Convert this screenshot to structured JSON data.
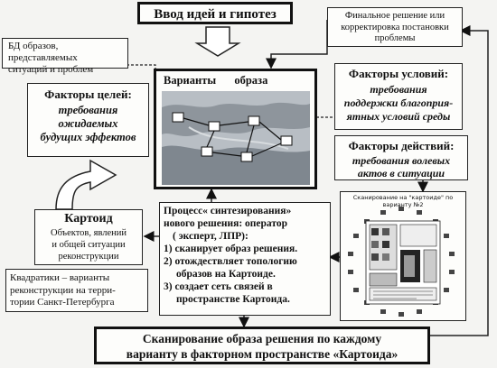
{
  "ideas": {
    "title": "Ввод идей и гипотез"
  },
  "final": {
    "text1": "Финальное решение или",
    "text2": "корректировка постановки",
    "text3": "проблемы"
  },
  "db": {
    "text1": "БД образов, представляемых",
    "text2": "ситуаций и проблем"
  },
  "variants": {
    "title1": "Варианты",
    "title2": "образа решения"
  },
  "goals": {
    "title": "Факторы целей:",
    "sub1": "требования",
    "sub2": "ожидаемых",
    "sub3": "будущих эффектов"
  },
  "conditions": {
    "title": "Факторы условий:",
    "sub1": "требования",
    "sub2": "поддержки благоприя-",
    "sub3": "ятных условий среды"
  },
  "actions": {
    "title": "Факторы действий:",
    "sub1": "требования волевых",
    "sub2": "актов в ситуации"
  },
  "process": {
    "line1": "Процесс« синтезирования»",
    "line2": "нового решения: оператор",
    "line3": "( эксперт, ЛПР):",
    "items": [
      "1)  сканирует образ решения.",
      "2)  отождествляет топологию",
      "образов на Картоиде.",
      "3)  создает сеть связей  в",
      "пространстве Картоида."
    ]
  },
  "kartoid": {
    "title": "Картоид",
    "sub1": "Объектов, явлений",
    "sub2": "и общей  ситуации",
    "sub3": "реконструкции"
  },
  "squares": {
    "text1": "Квадратики – варианты",
    "text2": "реконструкции на терри-",
    "text3": "тории Санкт-Петербурга"
  },
  "scan_image": {
    "caption": "Сканирование на \"картоиде\" по варианту №2"
  },
  "scanning": {
    "line1": "Сканирование образа решения по каждому",
    "line2": "варианту  в факторном  пространстве «Картоида»"
  },
  "colors": {
    "border": "#111111",
    "background": "#f4f4f2",
    "map_water": "#b8bec4",
    "map_land": "#8e959c"
  }
}
